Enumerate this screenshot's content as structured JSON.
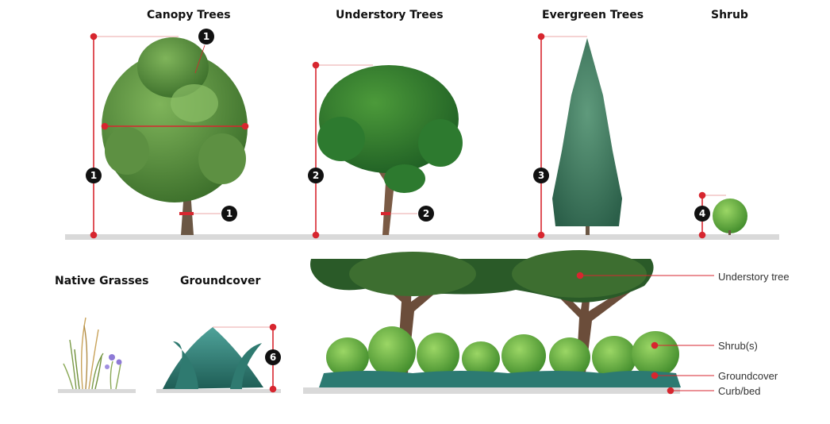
{
  "categories": {
    "canopy": "Canopy Trees",
    "understory": "Understory Trees",
    "evergreen": "Evergreen Trees",
    "shrub": "Shrub",
    "grasses": "Native Grasses",
    "groundcover": "Groundcover"
  },
  "badges": {
    "canopy_height": "1",
    "canopy_top": "1",
    "canopy_trunk": "1",
    "understory_height": "2",
    "understory_trunk": "2",
    "evergreen_height": "3",
    "shrub_height": "4",
    "groundcover_height": "6"
  },
  "layers": {
    "understory_tree": "Understory tree",
    "shrubs": "Shrub(s)",
    "groundcover": "Groundcover",
    "curb": "Curb/bed"
  },
  "colors": {
    "dimension_line": "#d7262f",
    "badge": "#111111",
    "ground": "#d9d9d9"
  }
}
